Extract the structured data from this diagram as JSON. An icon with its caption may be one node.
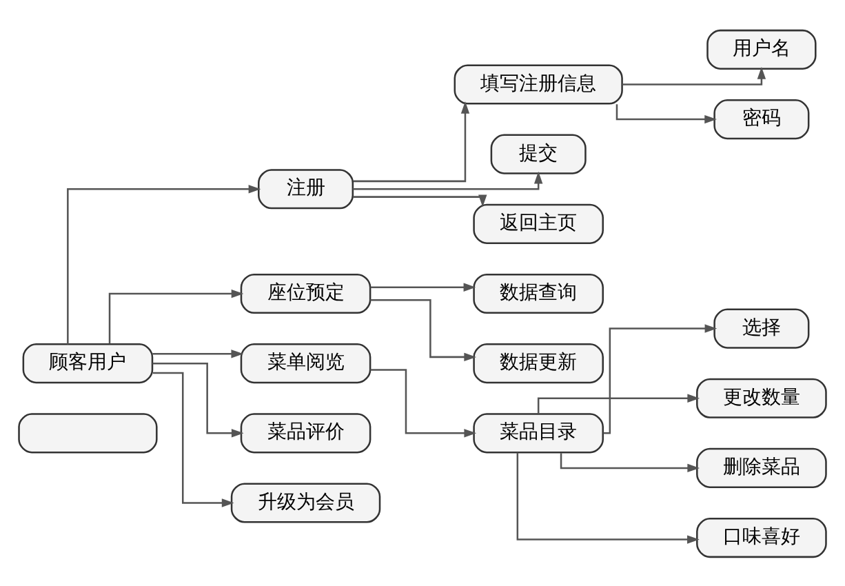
{
  "diagram": {
    "nodes": [
      {
        "text": [],
        "shape": "box"
      },
      {
        "text": [
          "顾客用户"
        ]
      },
      {
        "text": [
          "注册"
        ]
      },
      {
        "text": [
          "填写注册信息"
        ]
      },
      {
        "text": [
          "用户名"
        ]
      },
      {
        "text": [
          "密码"
        ]
      },
      {
        "text": [
          "提交"
        ]
      },
      {
        "text": [
          "返回主页"
        ]
      },
      {
        "text": [
          "座位预定"
        ]
      },
      {
        "text": [
          "数据查询"
        ]
      },
      {
        "text": [
          "数据更新"
        ]
      },
      {
        "text": [
          "菜单阅览"
        ]
      },
      {
        "text": [
          "菜品目录"
        ]
      },
      {
        "text": [
          "选择"
        ]
      },
      {
        "text": [
          "更改数量"
        ]
      },
      {
        "text": [
          "删除菜品"
        ]
      },
      {
        "text": [
          "口味喜好"
        ]
      },
      {
        "text": [
          "菜品评价"
        ]
      },
      {
        "text": [
          "升级为会员"
        ]
      }
    ],
    "edges": [
      {
        "from": 1,
        "to": 2,
        "arrow": "to"
      },
      {
        "from": 2,
        "to": 3,
        "arrow": "to"
      },
      {
        "from": 3,
        "to": 4,
        "arrow": "to"
      },
      {
        "from": 3,
        "to": 5,
        "arrow": "to"
      },
      {
        "from": 2,
        "to": 6,
        "arrow": "to"
      },
      {
        "from": 2,
        "to": 7,
        "arrow": "to"
      },
      {
        "from": 1,
        "to": 8,
        "arrow": "to"
      },
      {
        "from": 8,
        "to": 9,
        "arrow": "to"
      },
      {
        "from": 8,
        "to": 10,
        "arrow": "to"
      },
      {
        "from": 1,
        "to": 11,
        "arrow": "to"
      },
      {
        "from": 11,
        "to": 12,
        "arrow": "to"
      },
      {
        "from": 12,
        "to": 13,
        "arrow": "to"
      },
      {
        "from": 12,
        "to": 14,
        "arrow": "to"
      },
      {
        "from": 12,
        "to": 15,
        "arrow": "to"
      },
      {
        "from": 12,
        "to": 16,
        "arrow": "to"
      },
      {
        "from": 1,
        "to": 17,
        "arrow": "to"
      },
      {
        "from": 1,
        "to": 18,
        "arrow": "to"
      }
    ]
  }
}
